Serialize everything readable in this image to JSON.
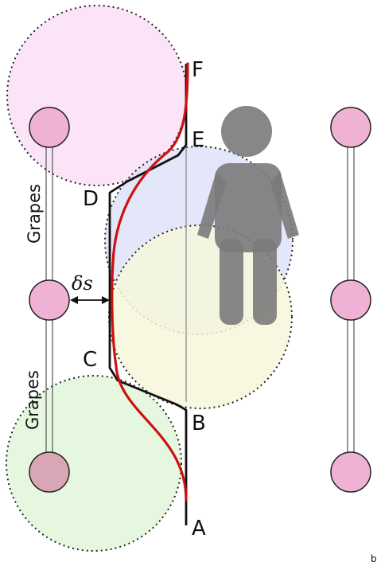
{
  "diagram": {
    "point_labels": {
      "a": "A",
      "b": "B",
      "c": "C",
      "d": "D",
      "e": "E",
      "f": "F"
    },
    "grapes_label_top": "Grapes",
    "grapes_label_bottom": "Grapes",
    "delta_label": "δs",
    "corner_mark": "b",
    "colors": {
      "top_zone": "#fbe3f8",
      "upper_mid_zone": "#dfe3f8",
      "lower_mid_zone": "#f7f7dc",
      "bottom_zone": "#e3f6dc",
      "node_fill": "#efb2d5",
      "node_stroke": "#222222",
      "path_red": "#cc1111",
      "path_black": "#111111",
      "person": "#7a7a7a"
    }
  }
}
